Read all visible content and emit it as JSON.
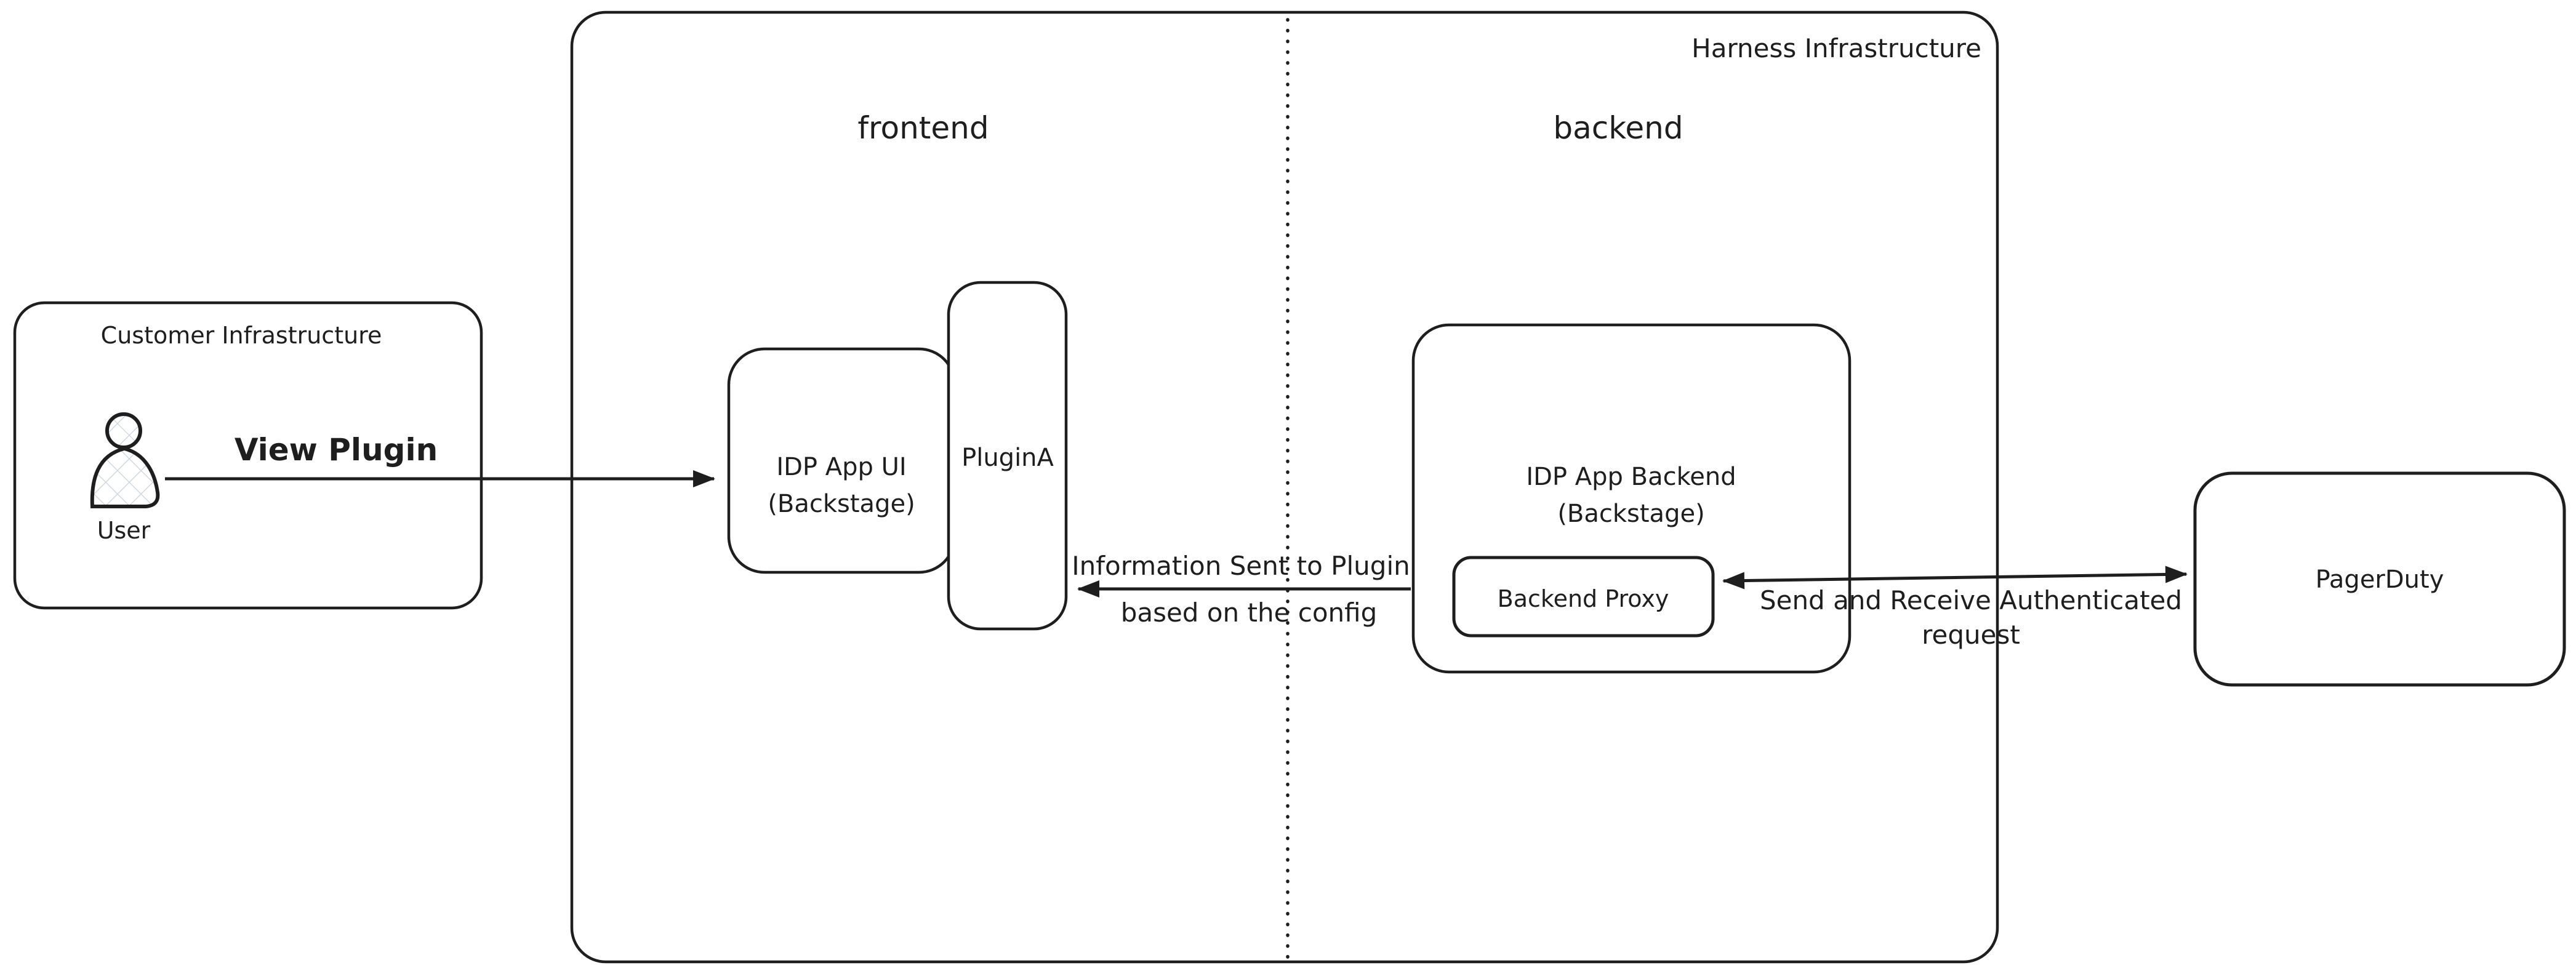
{
  "containers": {
    "customer": {
      "label": "Customer Infrastructure"
    },
    "harness": {
      "label": "Harness Infrastructure"
    },
    "frontend_zone": {
      "label": "frontend"
    },
    "backend_zone": {
      "label": "backend"
    }
  },
  "nodes": {
    "user": {
      "label": "User"
    },
    "idp_app_ui": {
      "line1": "IDP App UI",
      "line2": "(Backstage)"
    },
    "plugin_a": {
      "label": "PluginA"
    },
    "idp_app_backend": {
      "line1": "IDP App Backend",
      "line2": "(Backstage)"
    },
    "backend_proxy": {
      "label": "Backend Proxy"
    },
    "pagerduty": {
      "label": "PagerDuty",
      "fill": "#a5d8ff"
    }
  },
  "edges": {
    "view_plugin": {
      "label": "View Plugin"
    },
    "info_sent": {
      "line1": "Information Sent to Plugin",
      "line2": "based on the config"
    },
    "send_receive": {
      "line1": "Send and Receive Authenticated",
      "line2": "request"
    }
  },
  "colors": {
    "stroke": "#1e1e1e",
    "hatch": "#c9d3dc",
    "background": "#ffffff",
    "pagerduty_fill": "#a5d8ff"
  }
}
